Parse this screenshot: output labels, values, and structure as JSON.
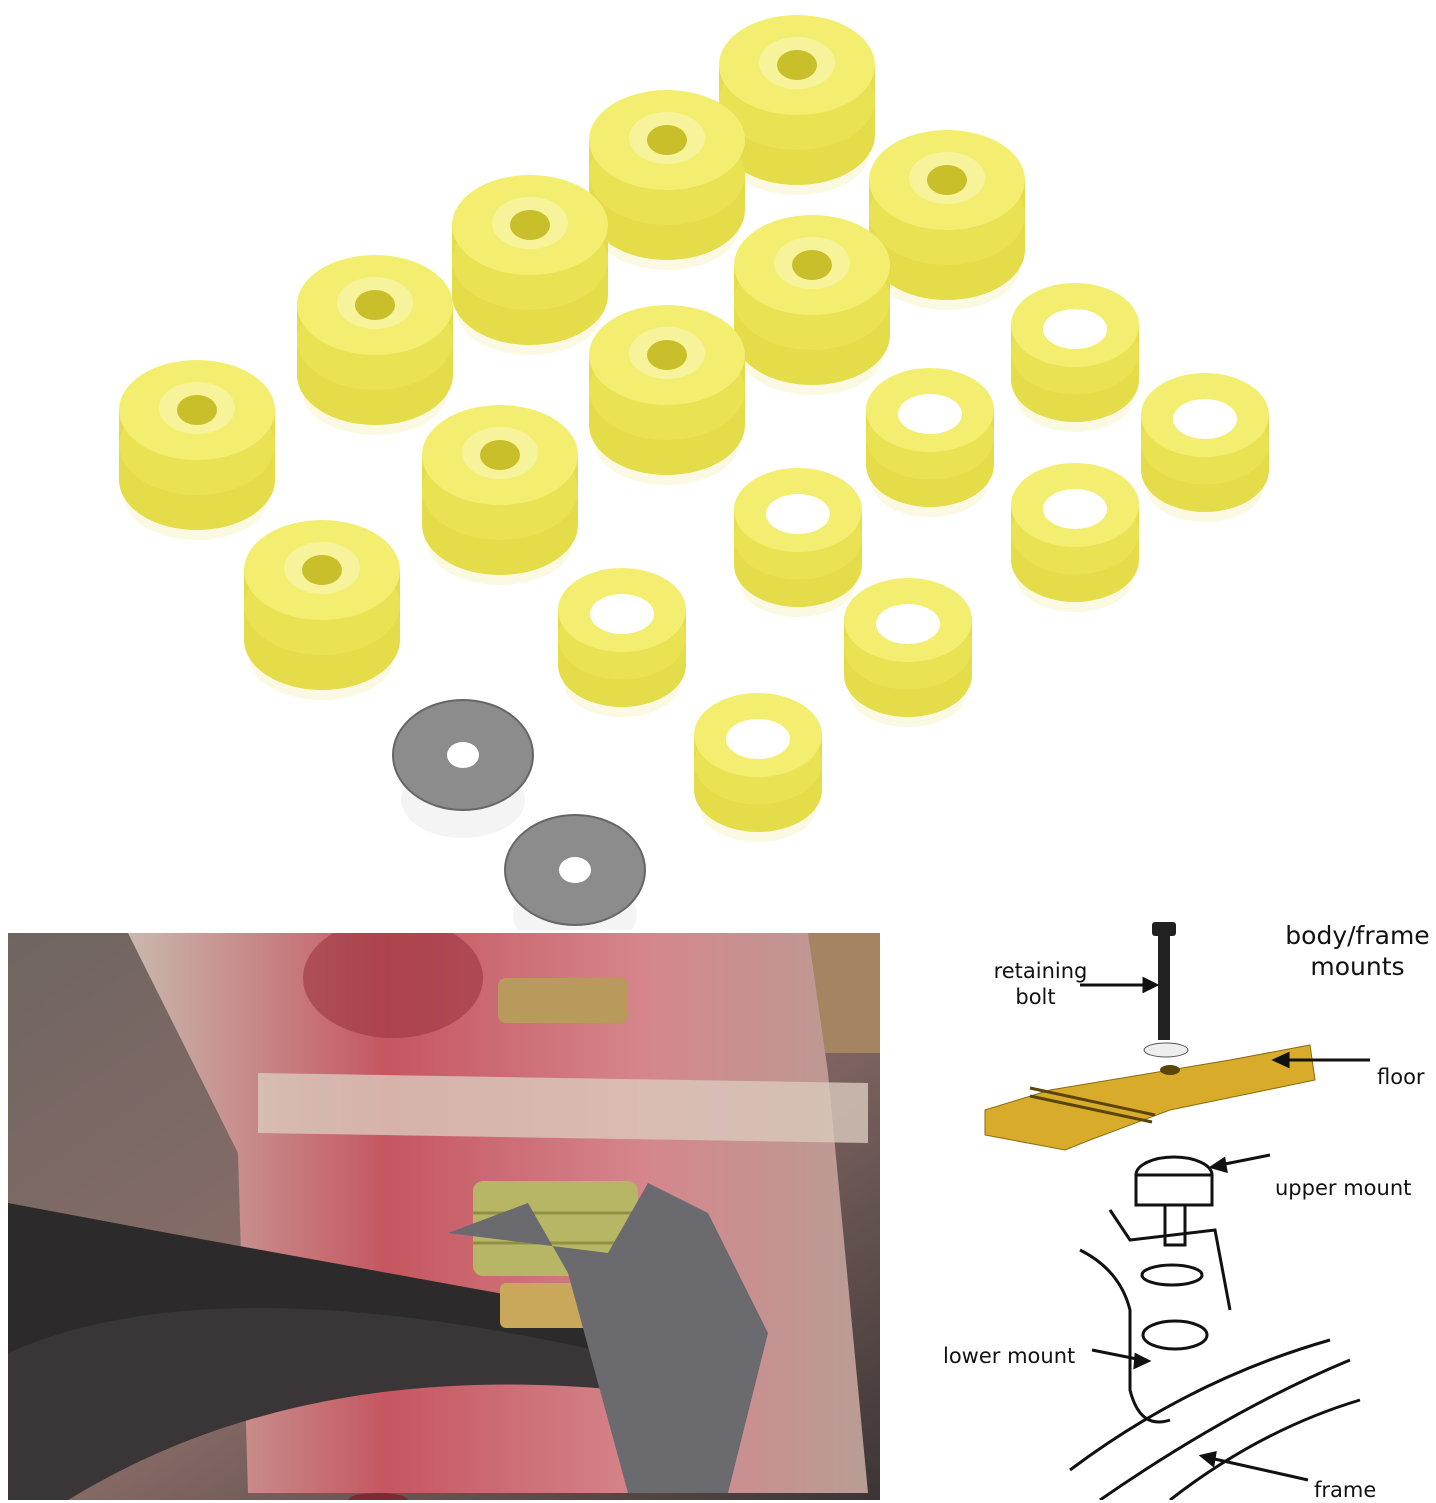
{
  "diagram": {
    "title_line1": "body/frame",
    "title_line2": "mounts",
    "labels": {
      "retaining_bolt_line1": "retaining",
      "retaining_bolt_line2": "bolt",
      "floor": "floor",
      "upper_mount": "upper mount",
      "lower_mount": "lower mount",
      "frame": "frame"
    }
  },
  "colors": {
    "bushing": "#f3ee70",
    "bushing_shade": "#e4dc48",
    "washer": "#8c8c8c",
    "floor": "#d8ac2a",
    "photo_red": "#b5484d",
    "photo_bg": "#4a4040"
  },
  "parts": {
    "large_bushings": 10,
    "small_bushings": 8,
    "washers": 2
  }
}
